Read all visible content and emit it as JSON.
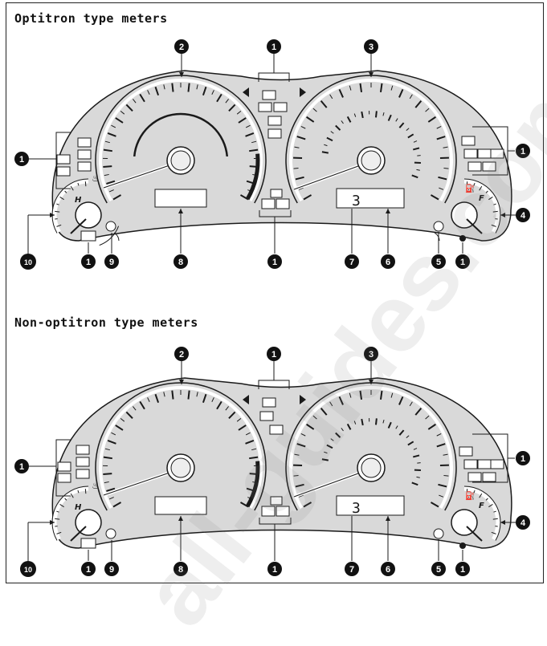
{
  "sections": [
    {
      "title": "Optitron type meters"
    },
    {
      "title": "Non-optitron type meters"
    }
  ],
  "callouts": {
    "n1": "1",
    "n2": "2",
    "n3": "3",
    "n4": "4",
    "n5": "5",
    "n6": "6",
    "n7": "7",
    "n8": "8",
    "n9": "9",
    "n10": "10"
  },
  "gauge_labels": {
    "hot": "H",
    "full": "F"
  },
  "shift_indicator": "3",
  "watermark": "all-guides.com",
  "colors": {
    "panel": "#d9d9d9",
    "stroke": "#1a1a1a",
    "callout": "#111111"
  }
}
